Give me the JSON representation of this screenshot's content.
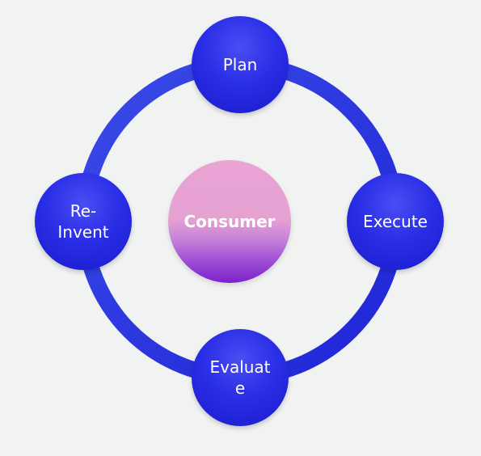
{
  "diagram": {
    "center_label": "Consumer",
    "nodes": {
      "plan": "Plan",
      "execute": "Execute",
      "evaluate": "Evaluat e",
      "reinvent": "Re- Invent"
    }
  },
  "colors": {
    "background": "#f1f2f2",
    "ring": "#2a2fe0",
    "node": "#2a2ee6",
    "center_top": "#e8a4d4",
    "center_bottom": "#7b22cc",
    "text": "#ffffff"
  }
}
